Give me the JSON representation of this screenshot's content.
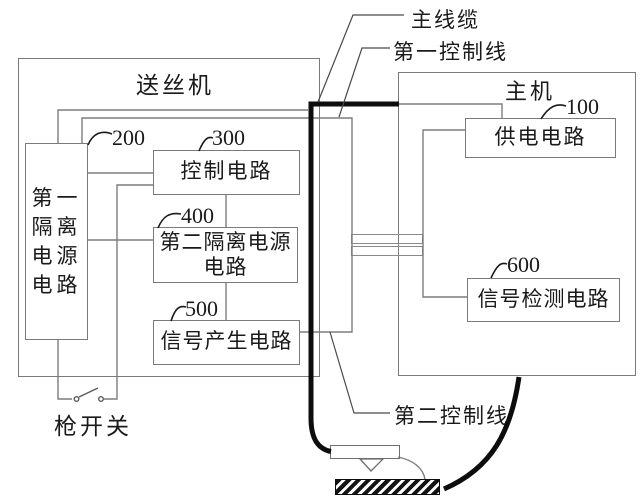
{
  "diagram": {
    "feeder": {
      "label": "送丝机",
      "blocks": {
        "isolation1": {
          "ref": "200",
          "lines": [
            "第一",
            "隔离",
            "电源",
            "电路"
          ]
        },
        "control": {
          "ref": "300",
          "name": "控制电路"
        },
        "isolation2": {
          "ref": "400",
          "lines": [
            "第二隔离电源",
            "电路"
          ]
        },
        "signal_gen": {
          "ref": "500",
          "name": "信号产生电路"
        }
      },
      "gun_switch_label": "枪开关"
    },
    "host": {
      "label": "主机",
      "blocks": {
        "power_supply": {
          "ref": "100",
          "name": "供电电路"
        },
        "signal_detect": {
          "ref": "600",
          "name": "信号检测电路"
        }
      }
    },
    "cables": {
      "main_cable_label": "主线缆",
      "first_control_label": "第一控制线",
      "second_control_label": "第二控制线"
    },
    "colors": {
      "circuit_line": "#7d7d7d",
      "box_border": "#7a7a7a",
      "thick_cable": "#0d0d0d",
      "text": "#1a1a1a"
    }
  }
}
